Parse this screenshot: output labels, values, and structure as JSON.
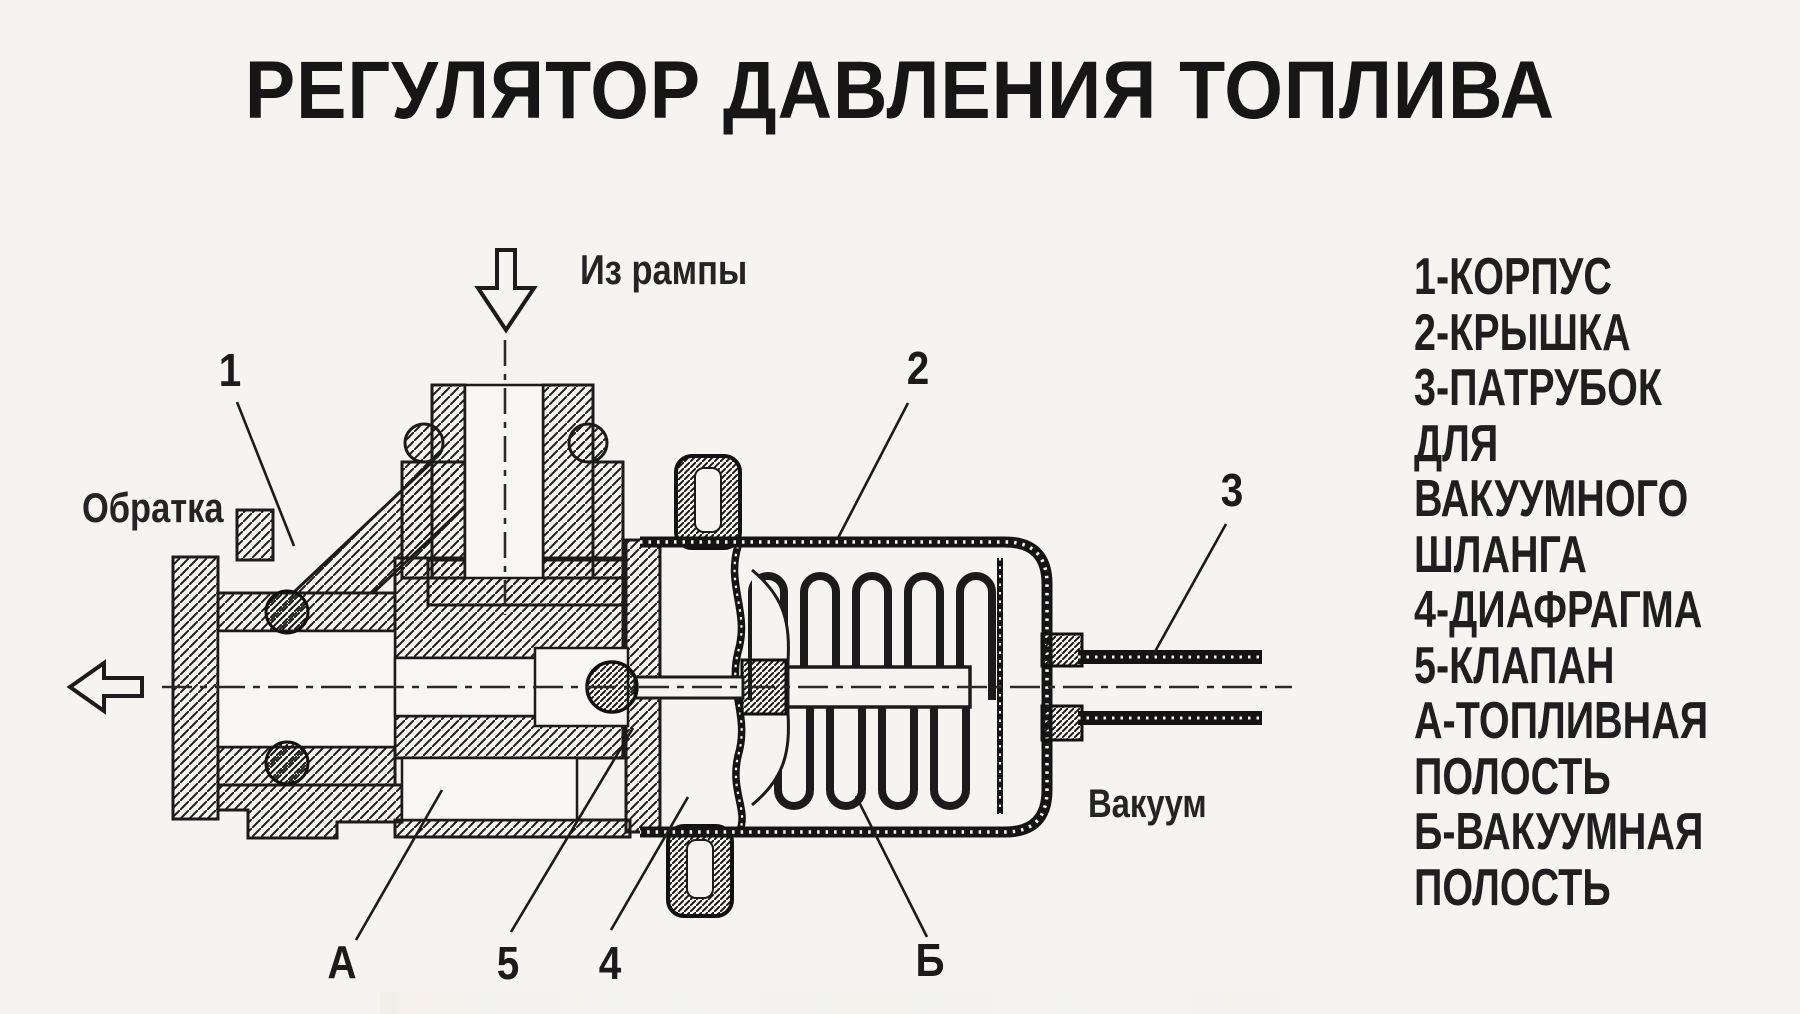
{
  "title": "РЕГУЛЯТОР ДАВЛЕНИЯ ТОПЛИВА",
  "colors": {
    "background": "#f5f4f1",
    "ink": "#1b1b1b"
  },
  "diagram": {
    "flow_labels": {
      "from_rail": "Из рампы",
      "return_line": "Обратка",
      "vacuum": "Вакуум"
    },
    "arrows": [
      {
        "name": "inlet-down-arrow",
        "direction": "down"
      },
      {
        "name": "outlet-left-arrow",
        "direction": "left"
      }
    ],
    "callouts": [
      {
        "label": "1"
      },
      {
        "label": "2"
      },
      {
        "label": "3"
      },
      {
        "label": "4"
      },
      {
        "label": "5"
      },
      {
        "label": "А"
      },
      {
        "label": "Б"
      }
    ]
  },
  "legend": {
    "lines": [
      "1-КОРПУС",
      "2-КРЫШКА",
      "3-ПАТРУБОК",
      "ДЛЯ",
      "ВАКУУМНОГО",
      "ШЛАНГА",
      "4-ДИАФРАГМА",
      "5-КЛАПАН",
      "А-ТОПЛИВНАЯ",
      "ПОЛОСТЬ",
      "Б-ВАКУУМНАЯ",
      "ПОЛОСТЬ"
    ]
  }
}
